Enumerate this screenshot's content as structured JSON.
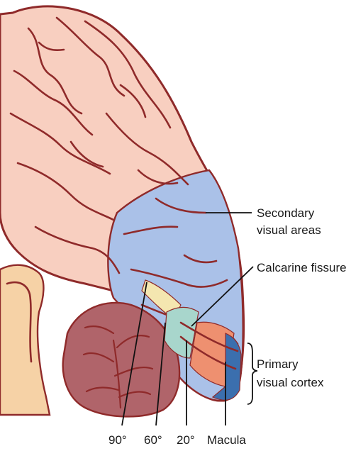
{
  "labels": {
    "secondary": [
      "Secondary",
      "visual areas"
    ],
    "calcarine": "Calcarine fissure",
    "primary": [
      "Primary",
      "visual cortex"
    ],
    "deg90": "90°",
    "deg60": "60°",
    "deg20": "20°",
    "macula": "Macula"
  },
  "colors": {
    "cortex": "#f8cfc0",
    "outline": "#8f2a2a",
    "secondary_area": "#aac1e8",
    "band_90": "#f4e6b0",
    "band_60": "#a8d6cc",
    "band_20": "#ee9070",
    "macula": "#3b6fae",
    "cerebellum": "#b0646a",
    "brainstem": "#f6d2a6"
  }
}
